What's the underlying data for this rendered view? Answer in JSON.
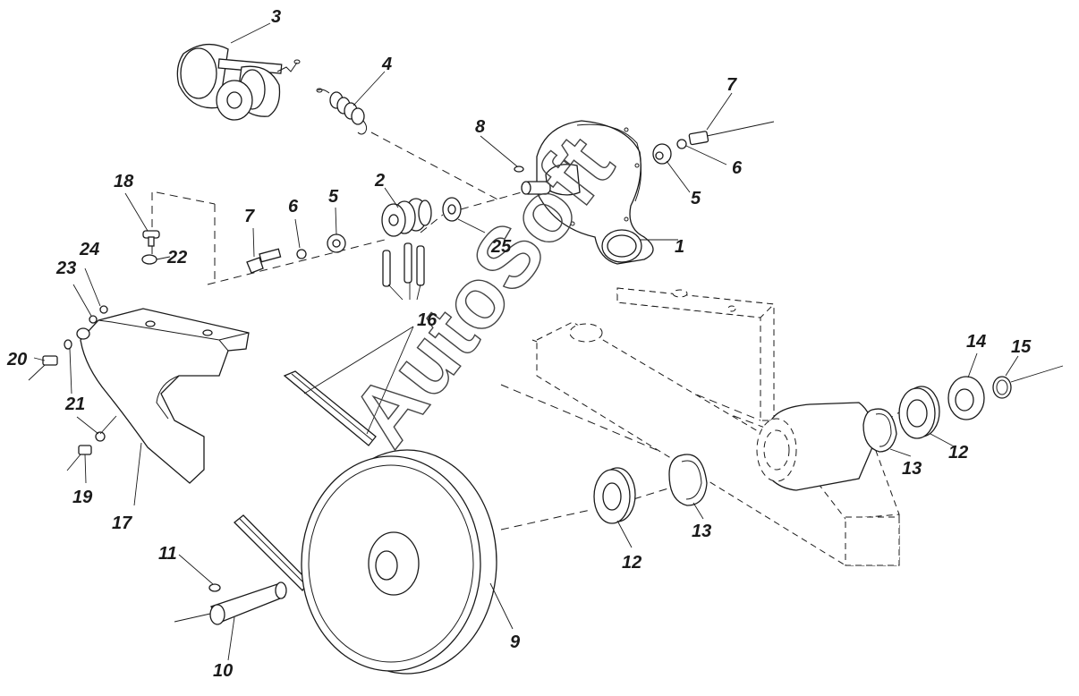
{
  "diagram": {
    "callouts": [
      {
        "id": "callout-1",
        "text": "1"
      },
      {
        "id": "callout-2",
        "text": "2"
      },
      {
        "id": "callout-3",
        "text": "3"
      },
      {
        "id": "callout-4",
        "text": "4"
      },
      {
        "id": "callout-5a",
        "text": "5"
      },
      {
        "id": "callout-5b",
        "text": "5"
      },
      {
        "id": "callout-6a",
        "text": "6"
      },
      {
        "id": "callout-6b",
        "text": "6"
      },
      {
        "id": "callout-7a",
        "text": "7"
      },
      {
        "id": "callout-7b",
        "text": "7"
      },
      {
        "id": "callout-8",
        "text": "8"
      },
      {
        "id": "callout-9",
        "text": "9"
      },
      {
        "id": "callout-10",
        "text": "10"
      },
      {
        "id": "callout-11",
        "text": "11"
      },
      {
        "id": "callout-12a",
        "text": "12"
      },
      {
        "id": "callout-12b",
        "text": "12"
      },
      {
        "id": "callout-13a",
        "text": "13"
      },
      {
        "id": "callout-13b",
        "text": "13"
      },
      {
        "id": "callout-14",
        "text": "14"
      },
      {
        "id": "callout-15",
        "text": "15"
      },
      {
        "id": "callout-16",
        "text": "16"
      },
      {
        "id": "callout-17",
        "text": "17"
      },
      {
        "id": "callout-18",
        "text": "18"
      },
      {
        "id": "callout-19",
        "text": "19"
      },
      {
        "id": "callout-20",
        "text": "20"
      },
      {
        "id": "callout-21",
        "text": "21"
      },
      {
        "id": "callout-22",
        "text": "22"
      },
      {
        "id": "callout-23",
        "text": "23"
      },
      {
        "id": "callout-24",
        "text": "24"
      },
      {
        "id": "callout-25",
        "text": "25"
      }
    ],
    "watermark": "AutoSoft",
    "colors": {
      "ink": "#1a1a1a",
      "background": "#ffffff"
    }
  }
}
